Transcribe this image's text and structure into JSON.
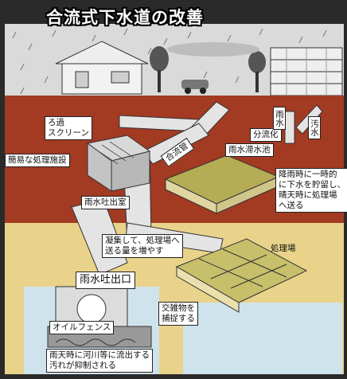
{
  "title": "合流式下水道の改善",
  "labels": {
    "screen": [
      "ろ過",
      "スクリーン"
    ],
    "simple_facility": "簡易な処理施設",
    "combined_pipe": "合流管",
    "stormwater_overflow_room": "雨水吐出室",
    "stormwater_tank": "雨水滞水池",
    "separation": "分流化",
    "rain_water": "雨水",
    "sewage": "汚水",
    "storage_note": [
      "降雨時に一時的",
      "に下水を貯留し、",
      "晴天時に処理場",
      "へ送る"
    ],
    "coagulation_note": [
      "凝集して、処理場へ",
      "送る量を増やす"
    ],
    "treatment_plant": "処理場",
    "stormwater_outlet": "雨水吐出口",
    "debris_note": [
      "交雑物を",
      "捕捉する"
    ],
    "oil_fence": "オイルフェンス",
    "river_note": [
      "雨天時に河川等に流出する",
      "汚れが抑制される"
    ]
  },
  "colors": {
    "ground_red": "#a33a22",
    "sky": "#d8d8d8",
    "pipe": "#e4e4e4",
    "tank_water": "#b5ac55",
    "plant_ground": "#e9d38a",
    "river": "#cfe3ec"
  }
}
